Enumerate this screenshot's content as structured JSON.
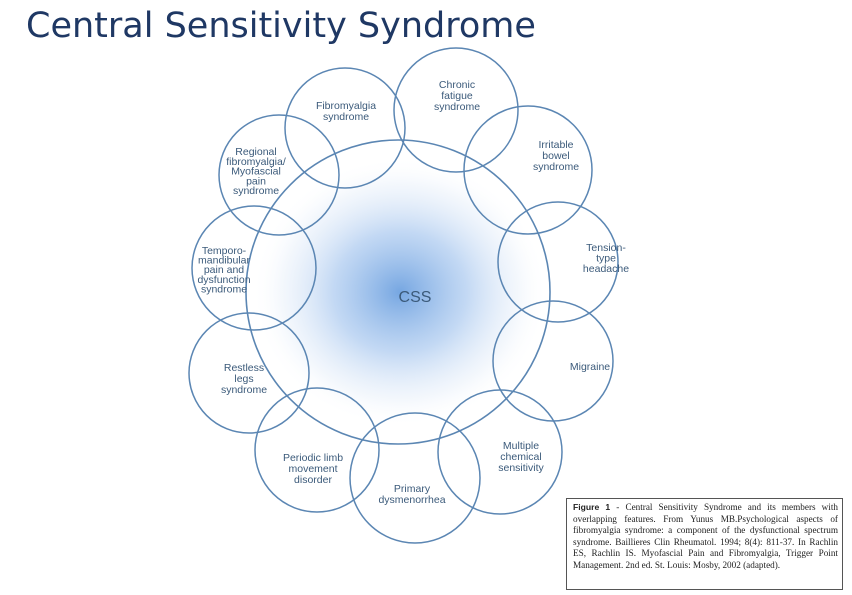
{
  "title": "Central Sensitivity Syndrome",
  "diagram": {
    "center_label": "CSS",
    "syndromes": [
      {
        "id": "fibromyalgia",
        "lines": [
          "Fibromyalgia",
          "syndrome"
        ]
      },
      {
        "id": "chronic-fatigue",
        "lines": [
          "Chronic",
          "fatigue",
          "syndrome"
        ]
      },
      {
        "id": "irritable-bowel",
        "lines": [
          "Irritable",
          "bowel",
          "syndrome"
        ]
      },
      {
        "id": "tension-headache",
        "lines": [
          "Tension-",
          "type",
          "headache"
        ]
      },
      {
        "id": "migraine",
        "lines": [
          "Migraine"
        ]
      },
      {
        "id": "multiple-chemical-sensitivity",
        "lines": [
          "Multiple",
          "chemical",
          "sensitivity"
        ]
      },
      {
        "id": "primary-dysmenorrhea",
        "lines": [
          "Primary",
          "dysmenorrhea"
        ]
      },
      {
        "id": "periodic-limb-movement",
        "lines": [
          "Periodic limb",
          "movement",
          "disorder"
        ]
      },
      {
        "id": "restless-legs",
        "lines": [
          "Restless",
          "legs",
          "syndrome"
        ]
      },
      {
        "id": "temporomandibular",
        "lines": [
          "Temporo-",
          "mandibular",
          "pain and",
          "dysfunction",
          "syndrome"
        ]
      },
      {
        "id": "regional-fibromyalgia",
        "lines": [
          "Regional",
          "fibromyalgia/",
          "Myofascial",
          "pain",
          "syndrome"
        ]
      }
    ],
    "colors": {
      "circle_stroke": "#5b86b3",
      "center_glow": "#6fa2e0",
      "label_text": "#3b5a7a",
      "title": "#1f3864"
    }
  },
  "caption": {
    "label": "Figure 1",
    "text": " - Central Sensitivity Syndrome and its members with overlapping features. From Yunus MB.Psychological aspects of fibromyalgia syndrome: a component of the dysfunctional spectrum syndrome. Baillieres Clin Rheumatol. 1994; 8(4): 811-37. In Rachlin ES, Rachlin IS. Myofascial Pain and Fibromyalgia, Trigger Point Management. 2nd ed. St. Louis: Mosby, 2002 (adapted)."
  }
}
